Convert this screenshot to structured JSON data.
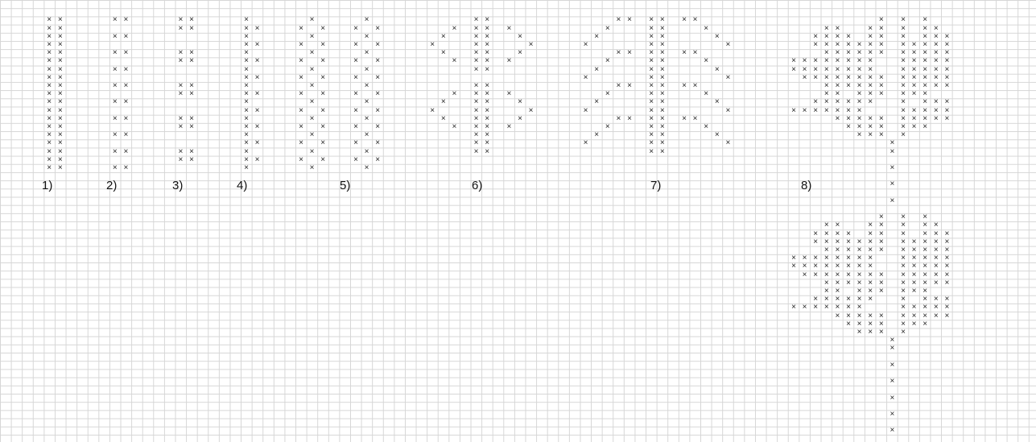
{
  "pattern_labels": [
    "1)",
    "2)",
    "3)",
    "4)",
    "5)",
    "6)",
    "7)",
    "8)"
  ],
  "stitch_symbol": "×",
  "colors": {
    "grid_line": "#d6d6d6",
    "stitch": "#222222",
    "background": "#ffffff"
  }
}
